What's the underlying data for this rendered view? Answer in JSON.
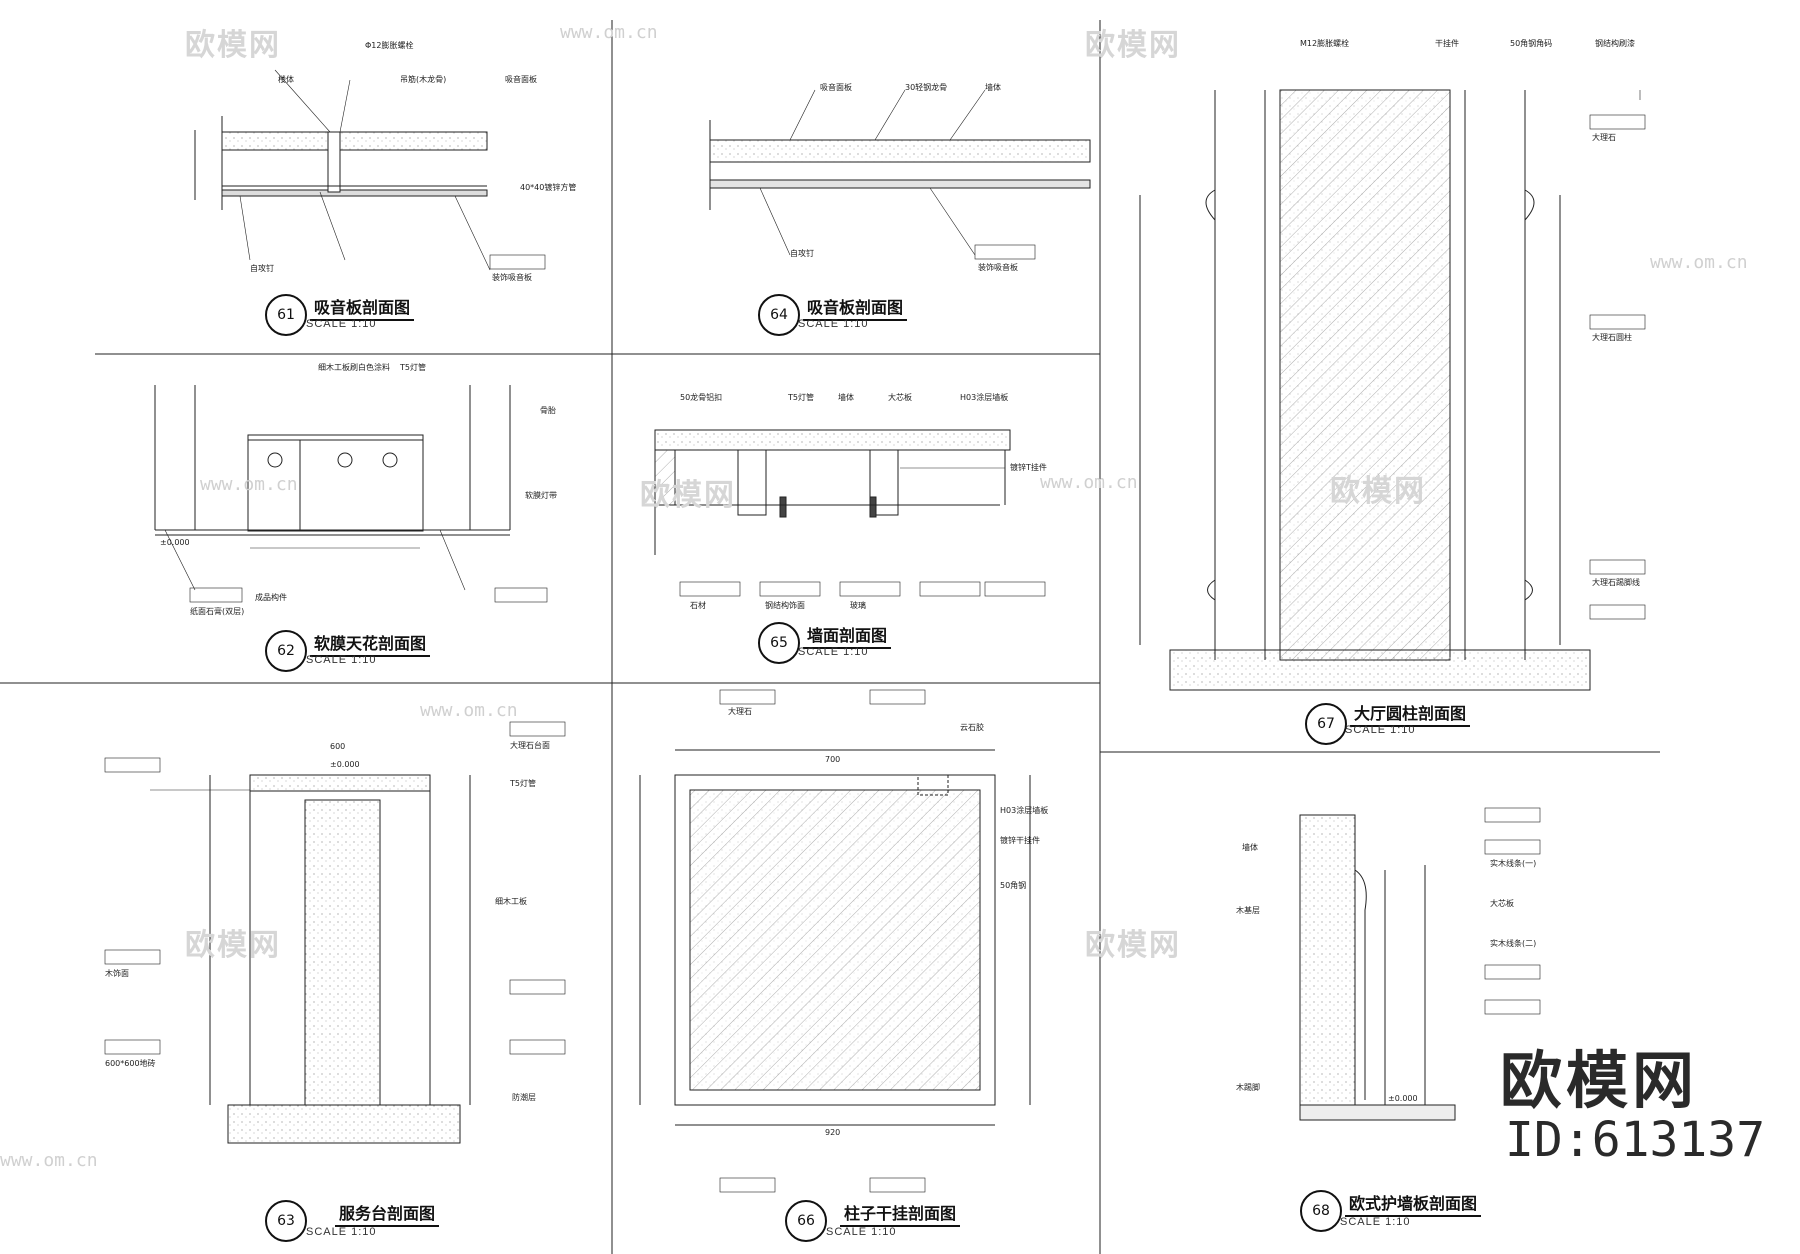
{
  "watermark": {
    "brand": "欧模网",
    "url": "www.om.cn"
  },
  "logo": {
    "text": "欧模网",
    "id": "ID:613137"
  },
  "panels": [
    {
      "num": "61",
      "title": "吸音板剖面图",
      "scale": "SCALE 1:10"
    },
    {
      "num": "64",
      "title": "吸音板剖面图",
      "scale": "SCALE 1:10"
    },
    {
      "num": "67",
      "title": "大厅圆柱剖面图",
      "scale": "SCALE 1:10"
    },
    {
      "num": "62",
      "title": "软膜天花剖面图",
      "scale": "SCALE 1:10"
    },
    {
      "num": "65",
      "title": "墙面剖面图",
      "scale": "SCALE 1:10"
    },
    {
      "num": "63",
      "title": "服务台剖面图",
      "scale": "SCALE 1:10"
    },
    {
      "num": "66",
      "title": "柱子干挂剖面图",
      "scale": "SCALE 1:10"
    },
    {
      "num": "68",
      "title": "欧式护墙板剖面图",
      "scale": "SCALE 1:10"
    }
  ],
  "notes": {
    "p61": [
      "楼体",
      "Φ12膨胀螺栓",
      "吊筋(木龙骨)",
      "吸音面板",
      "40*40镀锌方管",
      "自攻钉",
      "装饰吸音板"
    ],
    "p64": [
      "吸音面板",
      "30轻钢龙骨",
      "墙体",
      "自攻钉",
      "装饰吸音板"
    ],
    "p62": [
      "细木工板刷白色涂料",
      "T5灯管",
      "骨胎",
      "软膜灯带",
      "成品构件",
      "纸面石膏(双层)",
      "±0.000"
    ],
    "p65": [
      "50龙骨铝扣",
      "T5灯管",
      "墙体",
      "大芯板",
      "H03涂层墙板",
      "镀锌T挂件",
      "石材",
      "钢结构饰面",
      "玻璃"
    ],
    "p67": [
      "M12膨胀螺栓",
      "干挂件",
      "50角钢角码",
      "钢结构刷漆",
      "大理石",
      "大理石圆柱",
      "大理石踢脚线"
    ],
    "p63": [
      "600",
      "±0.000",
      "大理石台面",
      "T5灯管",
      "细木工板",
      "木饰面",
      "600*600地砖",
      "防潮层"
    ],
    "p66": [
      "大理石",
      "云石胶",
      "镀锌干挂件",
      "50角钢",
      "H03涂层墙板",
      "700",
      "920"
    ],
    "p68": [
      "墙体",
      "木基层",
      "实木线条(一)",
      "大芯板",
      "实木线条(二)",
      "木踢脚",
      "±0.000"
    ]
  }
}
